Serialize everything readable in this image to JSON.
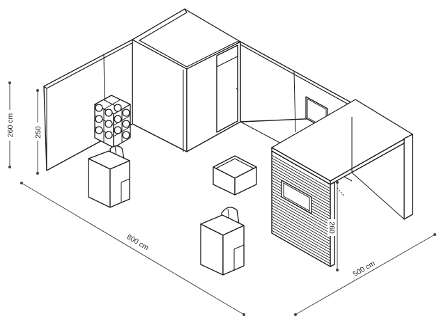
{
  "dimensions": {
    "height_outer": "260 cm",
    "height_wall": "250",
    "length": "800 cm",
    "width": "500 cm",
    "height_panel": "260"
  }
}
